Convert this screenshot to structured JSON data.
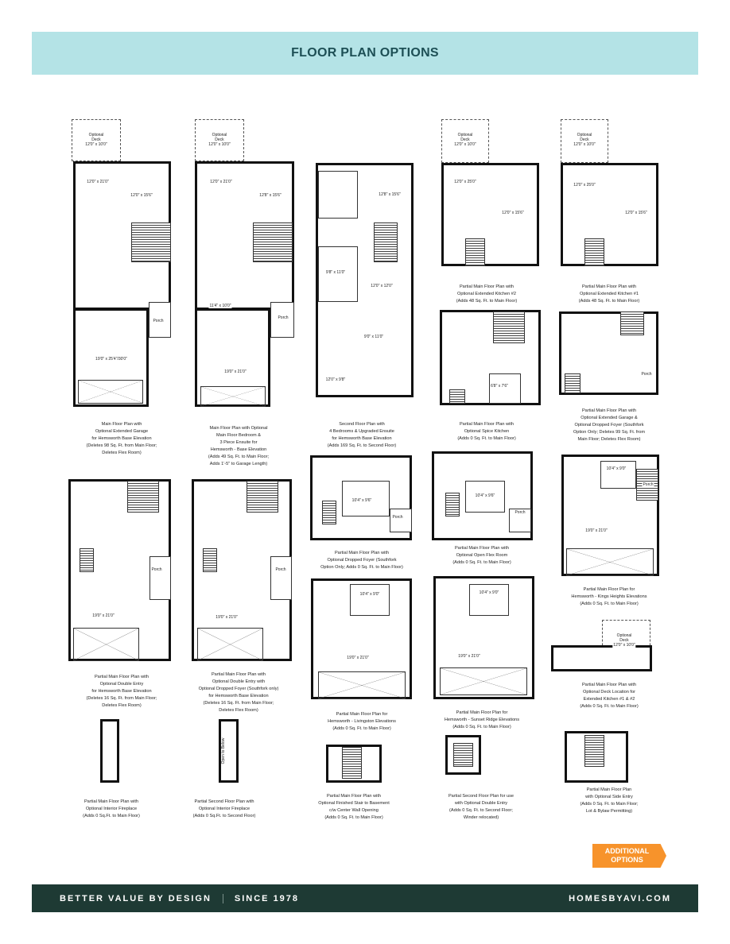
{
  "header": {
    "title": "FLOOR PLAN OPTIONS"
  },
  "plans": [
    {
      "caption": "Main Floor Plan with\nOptional Extended Garage\nfor Hemsworth Base Elevation\n(Deletes 98 Sq. Ft. from Main Floor;\nDeletes Flex Room)",
      "labels": [
        "Optional\nDeck\n12'0\" x 10'0\"",
        "12'0\" x 21'0\"",
        "12'0\" x 15'6\"",
        "Porch",
        "19'0\" x 25'4\"/30'0\""
      ]
    },
    {
      "caption": "Main Floor Plan with Optional\nMain Floor Bedroom &\n3 Piece Ensuite for\nHemsworth - Base Elevation\n(Adds 49 Sq. Ft. to Main Floor;\nAdds 1'-5\" to Garage Length)",
      "labels": [
        "Optional\nDeck\n12'0\" x 10'0\"",
        "12'0\" x 21'0\"",
        "12'8\" x 15'6\"",
        "11'4\" x 10'0\"",
        "Porch",
        "19'0\" x 21'0\""
      ]
    },
    {
      "caption": "Second Floor Plan with\n4 Bedrooms & Upgraded Ensuite\nfor Hemsworth Base Elevation\n(Adds 169 Sq. Ft. to Second Floor)",
      "labels": [
        "12'8\" x 15'6\"",
        "9'8\" x 11'0\"",
        "12'0\" x 12'0\"",
        "9'0\" x 11'0\"",
        "12'0\" x 9'8\""
      ]
    },
    {
      "caption": "Partial Main Floor Plan with\nOptional Extended Kitchen #2\n(Adds 48 Sq. Ft. to Main Floor)",
      "labels": [
        "Optional\nDeck\n12'0\" x 10'0\"",
        "12'0\" x 25'0\"",
        "12'0\" x 15'6\""
      ]
    },
    {
      "caption": "Partial Main Floor Plan with\nOptional Extended Kitchen #1\n(Adds 48 Sq. Ft. to Main Floor)",
      "labels": [
        "Optional\nDeck\n12'0\" x 10'0\"",
        "12'0\" x 25'0\"",
        "12'0\" x 15'6\""
      ]
    },
    {
      "caption": "Partial Main Floor Plan with\nOptional Spice Kitchen\n(Adds 0 Sq. Ft. to Main Floor)",
      "labels": [
        "6'8\" x 7'6\""
      ]
    },
    {
      "caption": "Partial Main Floor Plan with\nOptional Extended Garage &\nOptional Dropped Foyer (Southfork\nOption Only; Deletes 99 Sq. Ft. from\nMain Floor; Deletes Flex Room)",
      "labels": [
        "Porch"
      ]
    },
    {
      "caption": "Partial Main Floor Plan with\nOptional Double Entry\nfor Hemsworth Base Elevation\n(Deletes 16 Sq. Ft. from Main Floor;\nDeletes Flex Room)",
      "labels": [
        "Porch",
        "19'0\" x 21'0\""
      ]
    },
    {
      "caption": "Partial Main Floor Plan with\nOptional Double Entry with\nOptional Dropped Foyer (Southfork only)\nfor Hemsworth Base Elevation\n(Deletes 16 Sq. Ft. from Main Floor;\nDeletes Flex Room)",
      "labels": [
        "Porch",
        "19'0\" x 21'0\""
      ]
    },
    {
      "caption": "Partial Main Floor Plan with\nOptional Dropped Foyer (Southfork\nOption Only; Adds 0 Sq. Ft. to Main Floor)",
      "labels": [
        "10'4\" x 9'6\"",
        "Porch"
      ]
    },
    {
      "caption": "Partial Main Floor Plan with\nOptional Open Flex Room\n(Adds 0 Sq. Ft. to Main Floor)",
      "labels": [
        "10'4\" x 9'6\"",
        "Porch"
      ]
    },
    {
      "caption": "Partial Main Floor Plan for\nHemsworth - Kings Heights Elevations\n(Adds 0 Sq. Ft. to Main Floor)",
      "labels": [
        "10'4\" x 9'0\"",
        "Porch",
        "19'0\" x 21'0\""
      ]
    },
    {
      "caption": "Partial Main Floor Plan for\nHemsworth - Livingston Elevations\n(Adds 0 Sq. Ft. to Main Floor)",
      "labels": [
        "10'4\" x 9'0\"",
        "19'0\" x 21'0\""
      ]
    },
    {
      "caption": "Partial Main Floor Plan for\nHemsworth - Sunset Ridge Elevations\n(Adds 0 Sq. Ft. to Main Floor)",
      "labels": [
        "10'4\" x 9'0\"",
        "19'0\" x 21'0\""
      ]
    },
    {
      "caption": "Partial Main Floor Plan with\nOptional Deck Location for\nExtended Kitchen #1 & #2\n(Adds 0 Sq. Ft. to Main Floor)",
      "labels": [
        "Optional\nDeck\n12'0\" x 10'0\""
      ]
    },
    {
      "caption": "Partial Main Floor Plan with\nOptional Interior Fireplace\n(Adds 0 Sq.Ft. to Main Floor)",
      "labels": []
    },
    {
      "caption": "Partial Second Floor Plan with\nOptional Interior Fireplace\n(Adds 0 Sq.Ft. to Second Floor)",
      "labels": [
        "Open to Below"
      ]
    },
    {
      "caption": "Partial Main Floor Plan with\nOptional Finished Stair to Basement\nc/w Center Wall Opening\n(Adds 0 Sq. Ft. to Main Floor)",
      "labels": []
    },
    {
      "caption": "Partial Second Floor Plan for use\nwith Optional Double Entry\n(Adds 0 Sq. Ft. to Second Floor;\nWinder relocated)",
      "labels": []
    },
    {
      "caption": "Partial Main Floor Plan\nwith Optional Side Entry\n(Adds 0 Sq. Ft. to Main Floor;\nLot & Bylaw Permitting)",
      "labels": []
    }
  ],
  "additional_options": {
    "label": "ADDITIONAL\nOPTIONS"
  },
  "footer": {
    "tagline": "BETTER VALUE BY DESIGN",
    "since": "SINCE 1978",
    "website": "HOMESBYAVI.COM"
  },
  "colors": {
    "header_bg": "#b4e3e6",
    "title": "#1d4f55",
    "footer_bg": "#1e3a34",
    "button": "#f7932b"
  }
}
